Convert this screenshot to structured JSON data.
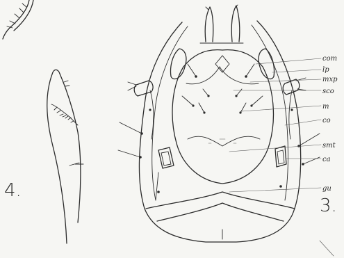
{
  "figures": [
    {
      "id": "fig-4",
      "number": "4."
    },
    {
      "id": "fig-3",
      "number": "3."
    }
  ],
  "labels": [
    "com",
    "lp",
    "mxp",
    "sco",
    "m",
    "co",
    "smt",
    "ca",
    "gu"
  ]
}
